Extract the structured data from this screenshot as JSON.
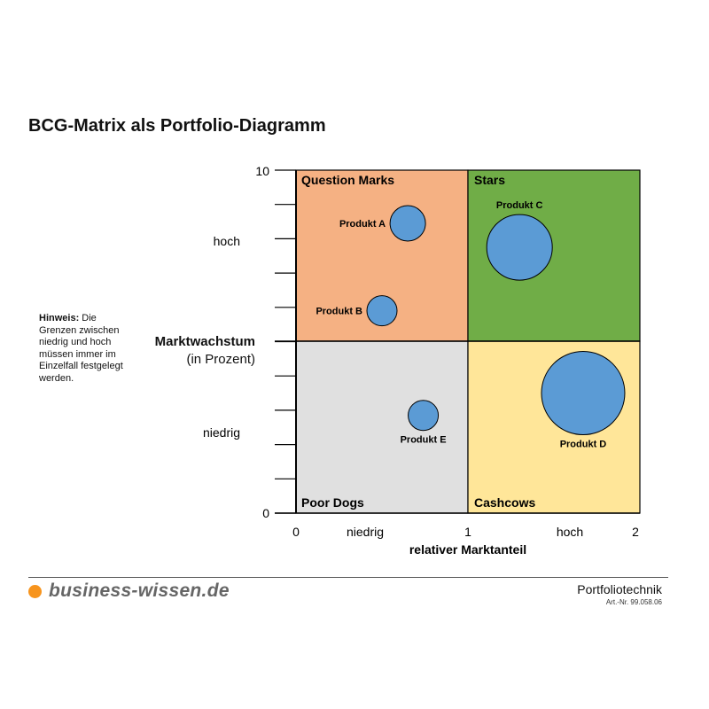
{
  "title": "BCG-Matrix als Portfolio-Diagramm",
  "note": {
    "bold": "Hinweis:",
    "text": " Die Grenzen zwischen niedrig und hoch müssen immer im Einzelfall festgelegt werden."
  },
  "y_axis": {
    "label": "Marktwachstum",
    "sublabel": "(in Prozent)",
    "ticks": [
      "0",
      "10"
    ],
    "low": "niedrig",
    "high": "hoch",
    "range": [
      0,
      10
    ]
  },
  "x_axis": {
    "label": "relativer Marktanteil",
    "ticks": [
      "0",
      "1",
      "2"
    ],
    "low": "niedrig",
    "high": "hoch",
    "range": [
      0,
      2
    ]
  },
  "quadrants": {
    "question_marks": {
      "label": "Question Marks",
      "color": "#f5b183"
    },
    "stars": {
      "label": "Stars",
      "color": "#70ad47"
    },
    "poor_dogs": {
      "label": "Poor Dogs",
      "color": "#e0e0e0"
    },
    "cashcows": {
      "label": "Cashcows",
      "color": "#ffe699"
    }
  },
  "bubble_color": "#5b9bd5",
  "products": [
    {
      "name": "Produkt A",
      "x": 0.65,
      "y": 8.45,
      "size": 20,
      "label_side": "left"
    },
    {
      "name": "Produkt B",
      "x": 0.5,
      "y": 5.9,
      "size": 17,
      "label_side": "left"
    },
    {
      "name": "Produkt C",
      "x": 1.3,
      "y": 7.75,
      "size": 37,
      "label_side": "top"
    },
    {
      "name": "Produkt D",
      "x": 1.67,
      "y": 3.5,
      "size": 47,
      "label_side": "bottom"
    },
    {
      "name": "Produkt E",
      "x": 0.74,
      "y": 2.85,
      "size": 17,
      "label_side": "bottom"
    }
  ],
  "footer": {
    "logo": "business-wissen.de",
    "topic": "Portfoliotechnik",
    "article": "Art.-Nr. 99.058.06"
  }
}
